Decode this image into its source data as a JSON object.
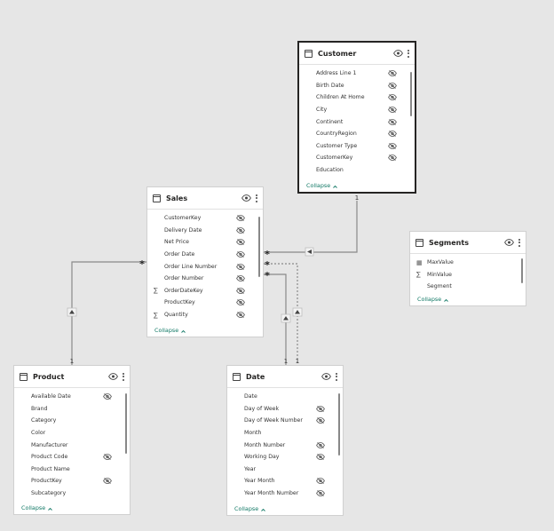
{
  "tables": [
    {
      "id": "customer",
      "title": "Customer",
      "selected": true,
      "fields": [
        {
          "name": "Address Line 1",
          "hidden": true
        },
        {
          "name": "Birth Date",
          "hidden": true
        },
        {
          "name": "Children At Home",
          "hidden": true
        },
        {
          "name": "City",
          "hidden": true
        },
        {
          "name": "Continent",
          "hidden": true
        },
        {
          "name": "CountryRegion",
          "hidden": true
        },
        {
          "name": "Customer Type",
          "hidden": true
        },
        {
          "name": "CustomerKey",
          "hidden": true
        },
        {
          "name": "Education",
          "hidden": false
        }
      ],
      "footer": "Collapse"
    },
    {
      "id": "sales",
      "title": "Sales",
      "selected": false,
      "fields": [
        {
          "name": "CustomerKey",
          "hidden": true
        },
        {
          "name": "Delivery Date",
          "hidden": true
        },
        {
          "name": "Net Price",
          "hidden": true
        },
        {
          "name": "Order Date",
          "hidden": true
        },
        {
          "name": "Order Line Number",
          "hidden": true
        },
        {
          "name": "Order Number",
          "hidden": true
        },
        {
          "name": "OrderDateKey",
          "hidden": true,
          "glyph": "∑"
        },
        {
          "name": "ProductKey",
          "hidden": true
        },
        {
          "name": "Quantity",
          "hidden": true,
          "glyph": "∑"
        }
      ],
      "footer": "Collapse"
    },
    {
      "id": "segments",
      "title": "Segments",
      "selected": false,
      "fields": [
        {
          "name": "MaxValue",
          "hidden": false,
          "glyph": "▦"
        },
        {
          "name": "MinValue",
          "hidden": false,
          "glyph": "∑"
        },
        {
          "name": "Segment",
          "hidden": false
        }
      ],
      "footer": "Collapse"
    },
    {
      "id": "product",
      "title": "Product",
      "selected": false,
      "fields": [
        {
          "name": "Available Date",
          "hidden": true
        },
        {
          "name": "Brand",
          "hidden": false
        },
        {
          "name": "Category",
          "hidden": false
        },
        {
          "name": "Color",
          "hidden": false
        },
        {
          "name": "Manufacturer",
          "hidden": false
        },
        {
          "name": "Product Code",
          "hidden": true
        },
        {
          "name": "Product Name",
          "hidden": false
        },
        {
          "name": "ProductKey",
          "hidden": true
        },
        {
          "name": "Subcategory",
          "hidden": false
        }
      ],
      "footer": "Collapse"
    },
    {
      "id": "date",
      "title": "Date",
      "selected": false,
      "fields": [
        {
          "name": "Date",
          "hidden": false
        },
        {
          "name": "Day of Week",
          "hidden": true
        },
        {
          "name": "Day of Week Number",
          "hidden": true
        },
        {
          "name": "Month",
          "hidden": false
        },
        {
          "name": "Month Number",
          "hidden": true
        },
        {
          "name": "Working Day",
          "hidden": true
        },
        {
          "name": "Year",
          "hidden": false
        },
        {
          "name": "Year Month",
          "hidden": true
        },
        {
          "name": "Year Month Number",
          "hidden": true
        }
      ],
      "footer": "Collapse"
    }
  ],
  "relationships": [
    {
      "from": "Sales",
      "to": "Customer",
      "from_card": "*",
      "to_card": "1",
      "active": true
    },
    {
      "from": "Sales",
      "to": "Product",
      "from_card": "*",
      "to_card": "1",
      "active": true
    },
    {
      "from": "Sales",
      "to": "Date",
      "from_card": "*",
      "to_card": "1",
      "active": true
    },
    {
      "from": "Sales",
      "to": "Date",
      "from_card": "*",
      "to_card": "1",
      "active": false
    }
  ],
  "colors": {
    "canvas": "#e6e6e6",
    "link": "#8a8a8a",
    "footer_link": "#117865"
  }
}
